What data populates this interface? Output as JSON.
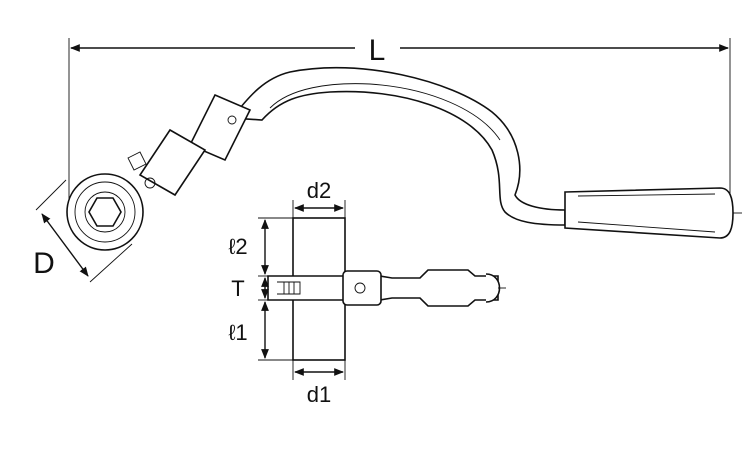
{
  "labels": {
    "L": "L",
    "D": "D",
    "d2": "d2",
    "l2": "ℓ2",
    "T": "T",
    "l1": "ℓ1",
    "d1": "d1"
  },
  "colors": {
    "line": "#111111",
    "background": "#ffffff"
  }
}
